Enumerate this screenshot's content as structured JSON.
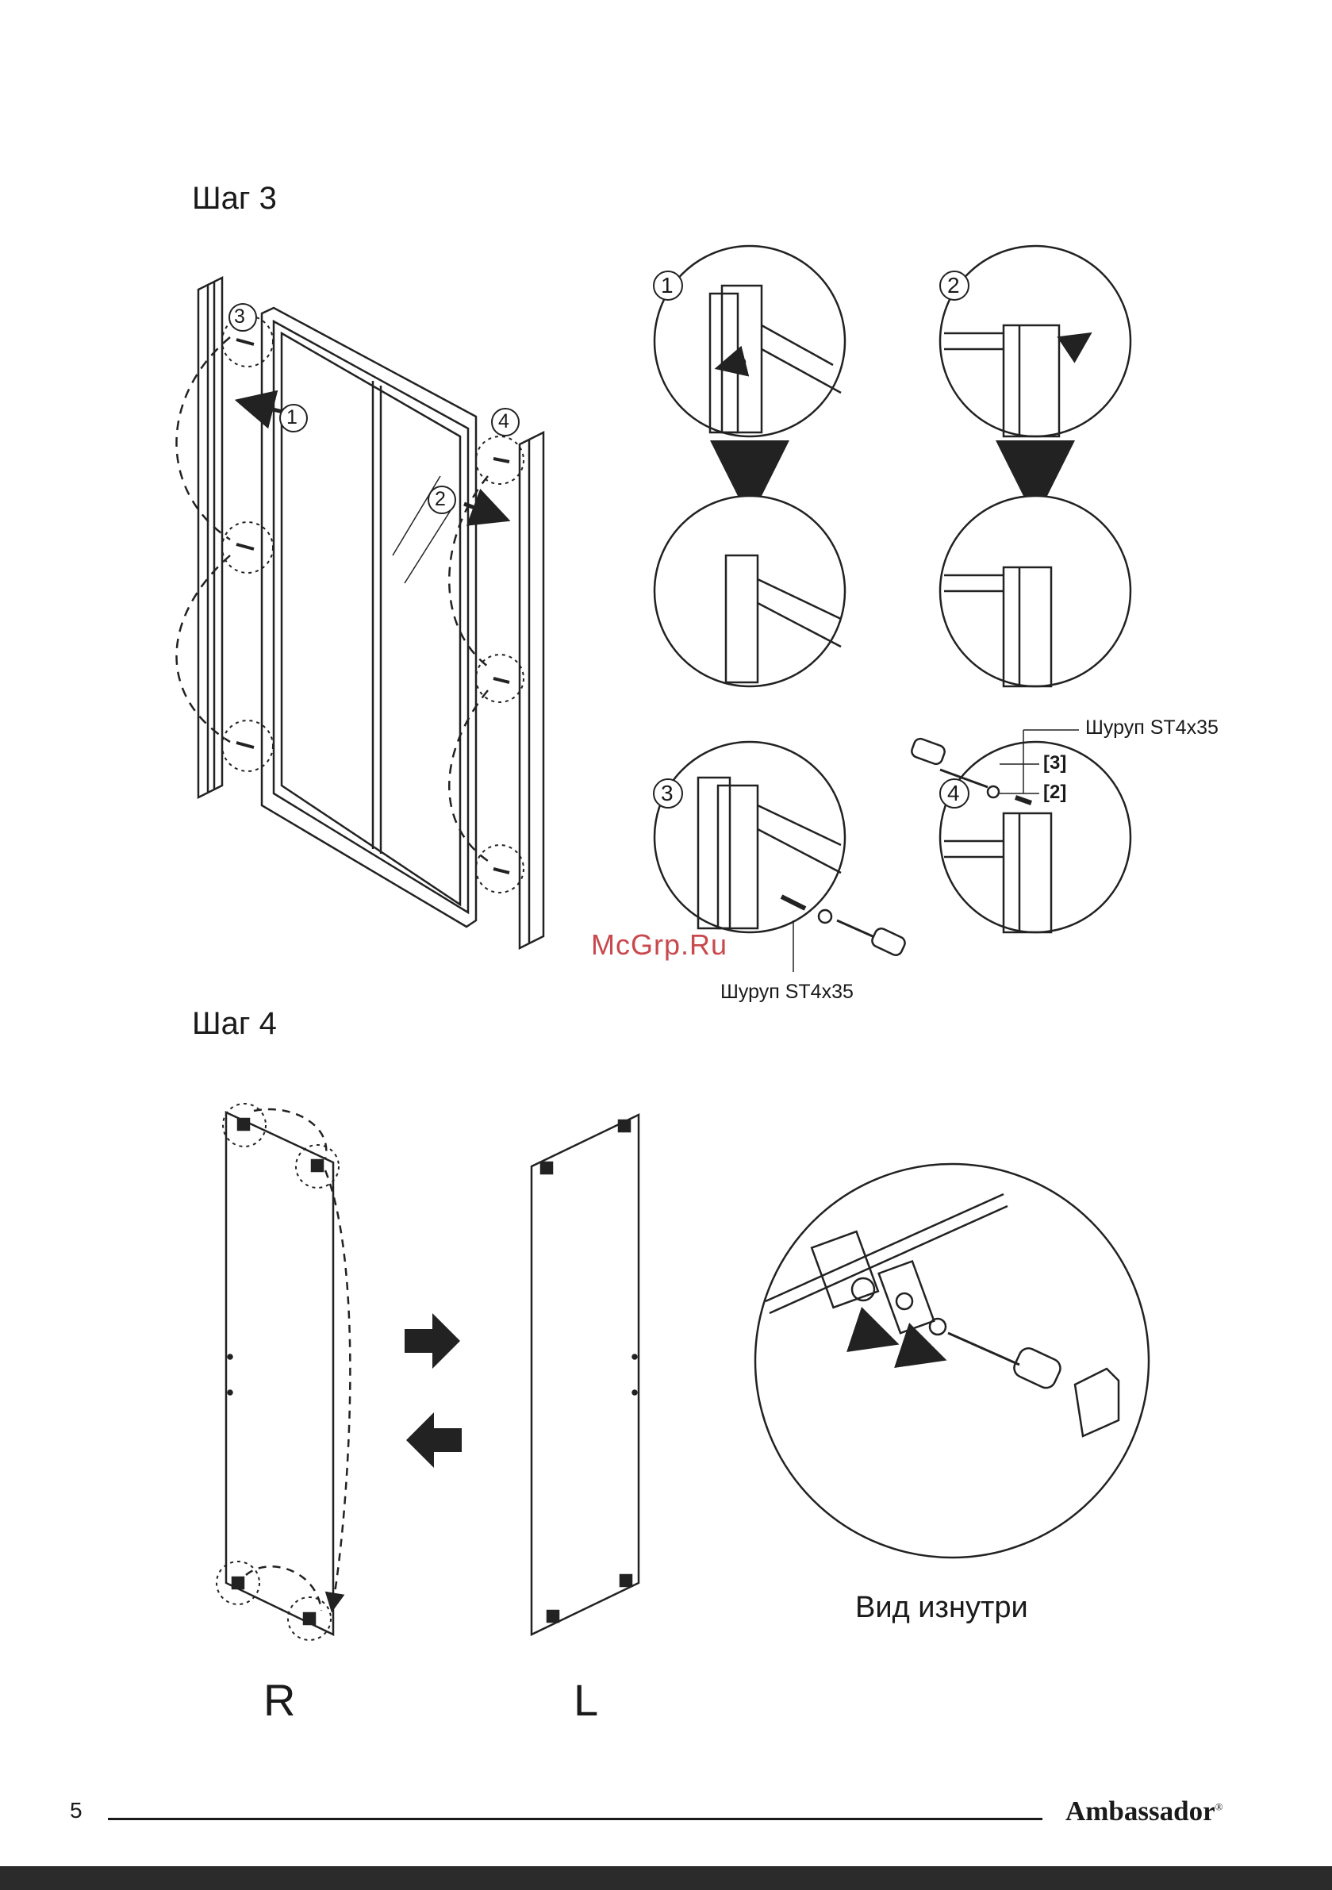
{
  "step3": {
    "title": "Шаг 3",
    "markers": [
      "1",
      "2",
      "3",
      "4"
    ],
    "screw_label": "Шуруп ST4x35",
    "screw_label_2": "Шуруп ST4x35",
    "tag_3": "[3]",
    "tag_2": "[2]"
  },
  "step4": {
    "title": "Шаг 4",
    "label_right": "R",
    "label_left": "L",
    "inner_view": "Вид изнутри"
  },
  "watermark": "McGrp.Ru",
  "footer": {
    "page_number": "5",
    "brand": "Ambassador",
    "brand_mark": "®"
  }
}
